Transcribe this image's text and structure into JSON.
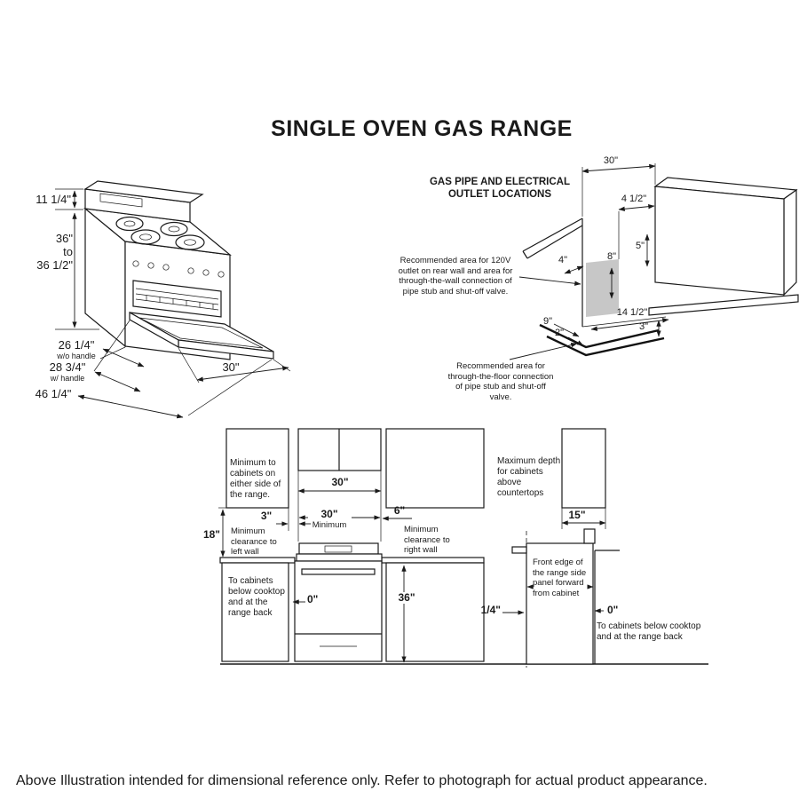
{
  "title": "SINGLE OVEN GAS RANGE",
  "footer": "Above Illustration intended for dimensional reference only. Refer to photograph for actual product appearance.",
  "range_iso": {
    "backsplash_height": "11 1/4\"",
    "height_top": "36\"",
    "height_mid": "to",
    "height_bottom": "36 1/2\"",
    "depth1": "26 1/4\"",
    "depth1_note": "w/o handle",
    "depth2": "28 3/4\"",
    "depth2_note": "w/ handle",
    "depth3": "46 1/4\"",
    "width": "30\""
  },
  "gas_pipe": {
    "heading1": "GAS PIPE AND ELECTRICAL",
    "heading2": "OUTLET LOCATIONS",
    "wall_note": "Recommended area for 120V outlet on rear wall and area for through-the-wall connection of pipe stub and shut-off valve.",
    "floor_note": "Recommended area for through-the-floor connection of pipe stub and shut-off valve.",
    "dim_30": "30\"",
    "dim_4_5": "4 1/2\"",
    "dim_5": "5\"",
    "dim_4": "4\"",
    "dim_8": "8\"",
    "dim_9": "9\"",
    "dim_2": "2\"",
    "dim_14_5": "14 1/2\"",
    "dim_3": "3\""
  },
  "cabinets": {
    "side_note": "Minimum to cabinets on either side of the range.",
    "dim_30_top": "30\"",
    "dim_3": "3\"",
    "dim_30_min": "30\"",
    "min_label": "Minimum",
    "dim_6": "6\"",
    "left_wall_note": "Minimum clearance to left wall",
    "right_wall_note": "Minimum clearance to right wall",
    "dim_18": "18\"",
    "below_note_left": "To cabinets below cooktop and at the range back",
    "dim_0_left": "0\"",
    "dim_36": "36\"",
    "max_depth_note": "Maximum depth for cabinets above countertops",
    "dim_15": "15\"",
    "front_edge_note": "Front edge of the range side panel forward from cabinet",
    "dim_quarter": "1/4\"",
    "dim_0_right": "0\"",
    "below_note_right": "To cabinets below cooktop and at the range back"
  }
}
